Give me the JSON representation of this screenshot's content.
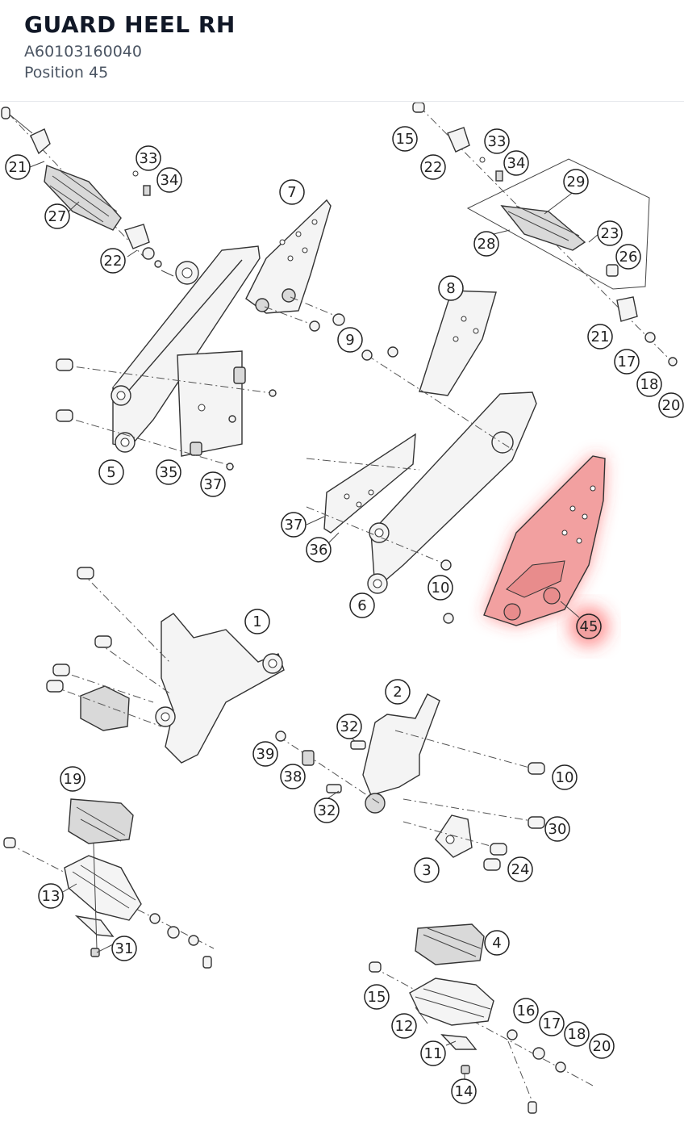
{
  "header": {
    "title": "GUARD HEEL RH",
    "part_number": "A60103160040",
    "position": "Position 45"
  },
  "colors": {
    "highlight": "#ff3b3b",
    "line": "#333333",
    "title": "#111827",
    "subtext": "#4b5563"
  },
  "selected_callout": "45",
  "callouts": [
    "21",
    "27",
    "33",
    "34",
    "22",
    "7",
    "5",
    "35",
    "37",
    "9",
    "15",
    "22",
    "33",
    "34",
    "29",
    "28",
    "23",
    "26",
    "8",
    "21",
    "17",
    "18",
    "20",
    "37",
    "36",
    "10",
    "6",
    "45",
    "1",
    "2",
    "32",
    "39",
    "38",
    "32",
    "10",
    "30",
    "3",
    "24",
    "19",
    "13",
    "31",
    "4",
    "15",
    "12",
    "11",
    "14",
    "16",
    "17",
    "18",
    "20"
  ]
}
